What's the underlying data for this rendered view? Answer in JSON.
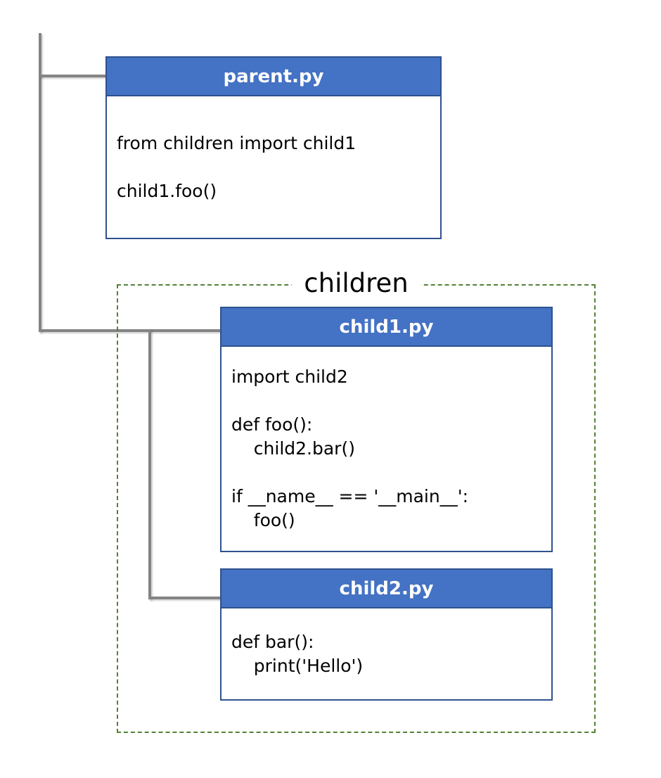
{
  "diagram": {
    "module_group": {
      "label": "children"
    },
    "boxes": {
      "parent": {
        "title": "parent.py",
        "code": [
          "from children import child1",
          "",
          "child1.foo()"
        ]
      },
      "child1": {
        "title": "child1.py",
        "code": [
          "import child2",
          "",
          "def foo():",
          "    child2.bar()",
          "",
          "if __name__ == '__main__':",
          "    foo()"
        ]
      },
      "child2": {
        "title": "child2.py",
        "code": [
          "def bar():",
          "    print('Hello')"
        ]
      }
    },
    "colors": {
      "header_fill": "#4472C4",
      "box_border": "#2F528F",
      "connector_gray": "#848484",
      "group_dash_green": "#548235",
      "header_text": "#ffffff",
      "code_text": "#000000"
    }
  }
}
